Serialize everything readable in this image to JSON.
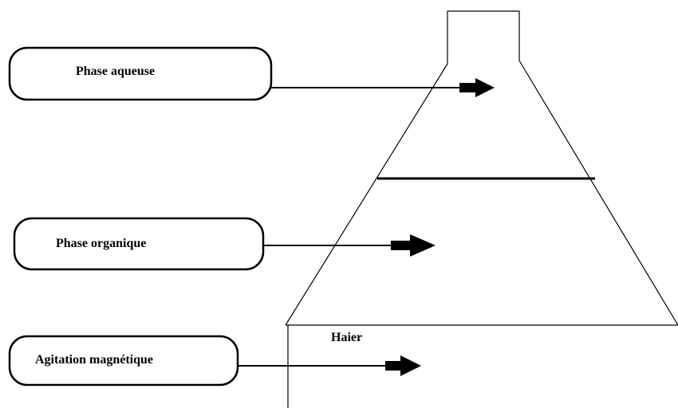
{
  "labels": {
    "aqueous": "Phase aqueuse",
    "organic": "Phase organique",
    "stirring": "Agitation magnétique"
  },
  "device_label": "Haier",
  "colors": {
    "stroke": "#000000",
    "background": "#ffffff"
  }
}
